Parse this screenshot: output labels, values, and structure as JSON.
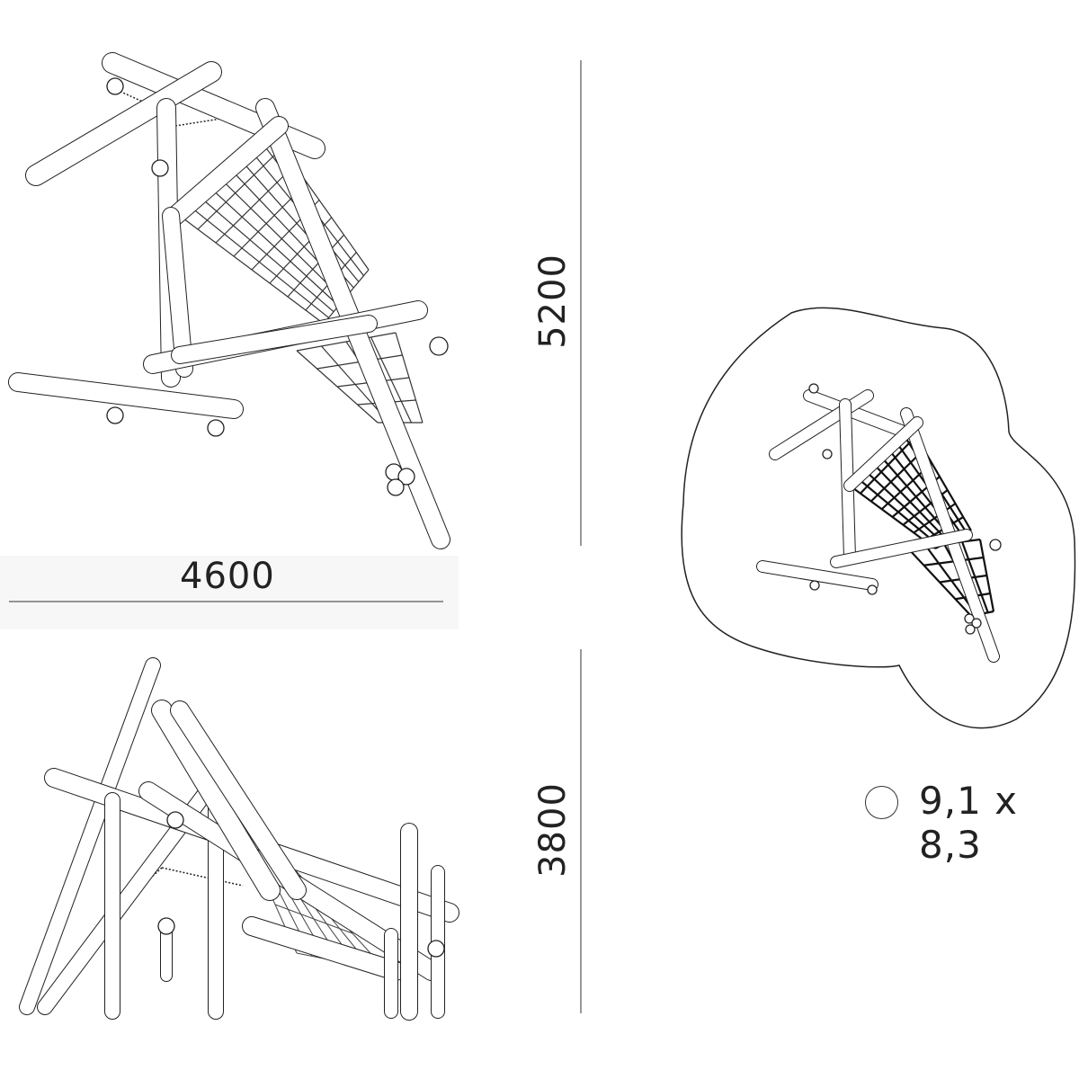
{
  "dimensions": {
    "width": "4600",
    "height_top": "5200",
    "height_side": "3800"
  },
  "safety_area": {
    "icon": "circle-icon",
    "value": "9,1 x 8,3"
  },
  "colors": {
    "line": "#222222",
    "background": "#ffffff"
  }
}
